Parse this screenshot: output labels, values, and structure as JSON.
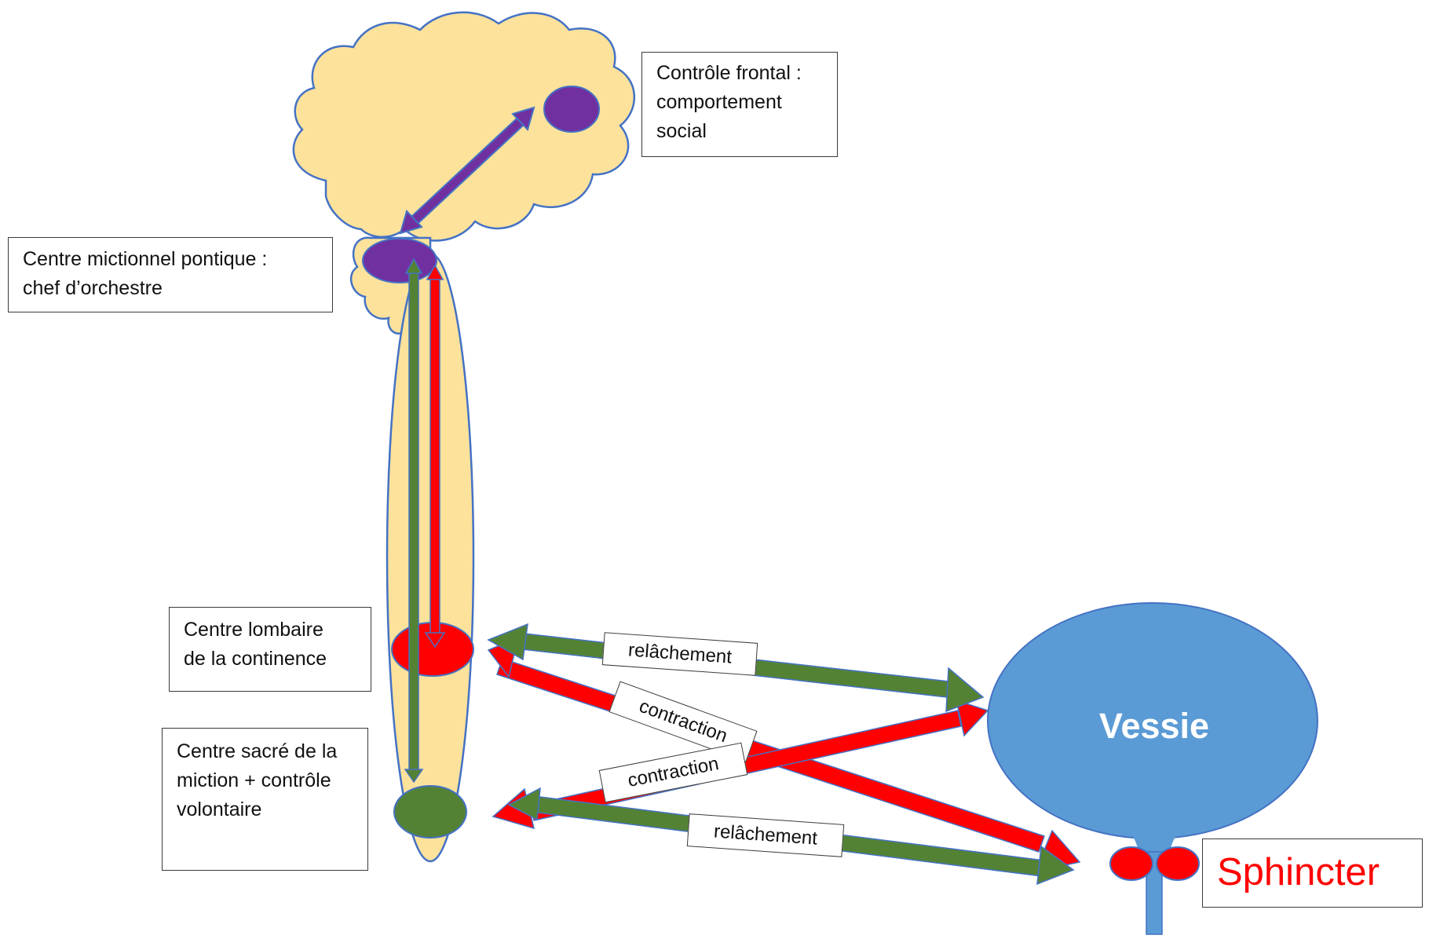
{
  "boxes": {
    "frontal": {
      "line1": "Contrôle frontal :",
      "line2": "comportement",
      "line3": "social"
    },
    "pontique": {
      "line1": "Centre mictionnel pontique :",
      "line2": "chef d’orchestre"
    },
    "lombaire": {
      "line1": "Centre lombaire",
      "line2": "de la continence"
    },
    "sacre": {
      "line1": "Centre sacré de la",
      "line2": "miction + contrôle",
      "line3": "volontaire"
    },
    "sphincter": "Sphincter"
  },
  "arrow_labels": {
    "relachement_top": "relâchement",
    "contraction_top": "contraction",
    "contraction_bottom": "contraction",
    "relachement_bottom": "relâchement"
  },
  "organ": {
    "vessie": "Vessie"
  },
  "colors": {
    "brain_fill": "#fde29c",
    "outline": "#4472c4",
    "purple": "#7030a0",
    "green": "#548235",
    "red": "#ff0000",
    "bladder": "#5b9bd5",
    "sphincter_text": "#ff0000"
  }
}
